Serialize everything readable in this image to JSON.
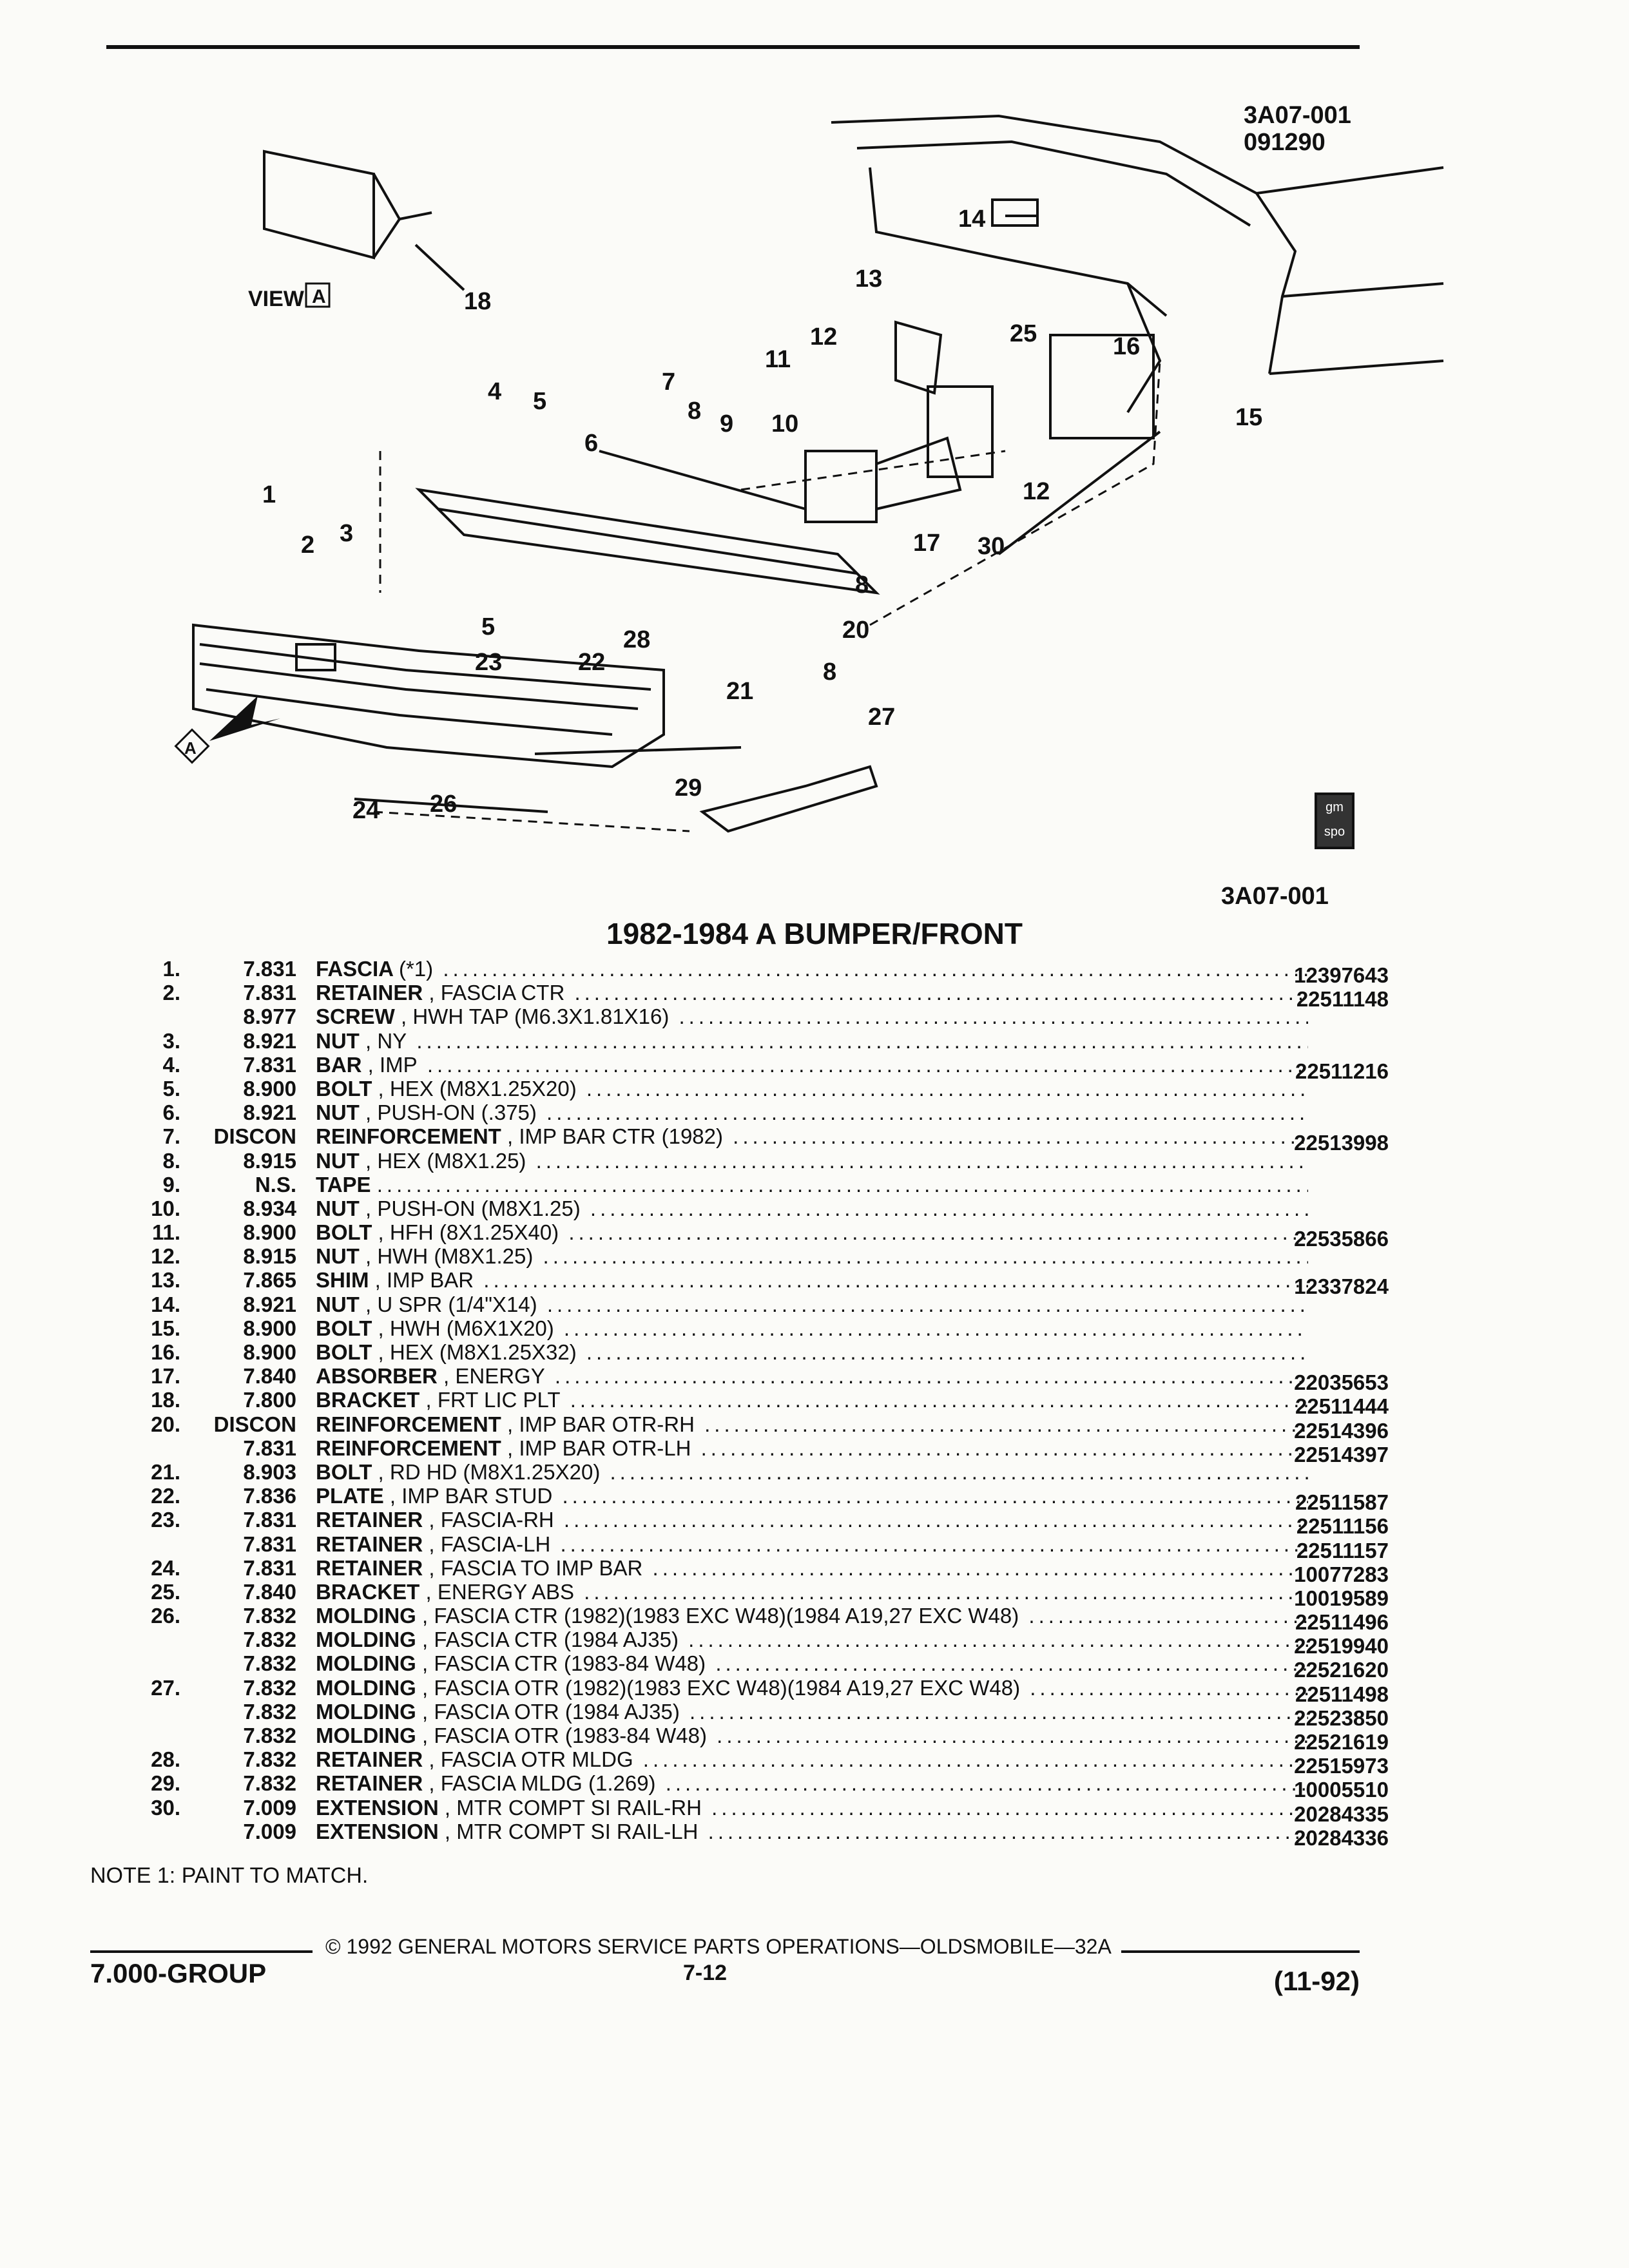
{
  "header": {
    "ref_code": "3A07-001",
    "ref_date": "091290",
    "ref_code_bottom": "3A07-001"
  },
  "diagram": {
    "view_label": "VIEW",
    "view_letter": "A",
    "arrow_letter": "A",
    "logo": "gm spo",
    "callouts": [
      "1",
      "2",
      "3",
      "4",
      "5",
      "5",
      "6",
      "7",
      "8",
      "8",
      "8",
      "9",
      "10",
      "11",
      "12",
      "12",
      "13",
      "14",
      "15",
      "16",
      "17",
      "18",
      "20",
      "21",
      "22",
      "23",
      "24",
      "25",
      "26",
      "27",
      "28",
      "29",
      "30"
    ]
  },
  "title": "1982-1984 A BUMPER/FRONT",
  "parts": [
    {
      "no": "1.",
      "grp": "7.831",
      "name": "FASCIA",
      "detail": "(*1)",
      "pn": "12397643"
    },
    {
      "no": "2.",
      "grp": "7.831",
      "name": "RETAINER",
      "detail": ", FASCIA CTR",
      "pn": "22511148"
    },
    {
      "no": "",
      "grp": "8.977",
      "name": "SCREW",
      "detail": ", HWH TAP (M6.3X1.81X16)",
      "pn": ""
    },
    {
      "no": "3.",
      "grp": "8.921",
      "name": "NUT",
      "detail": ", NY",
      "pn": ""
    },
    {
      "no": "4.",
      "grp": "7.831",
      "name": "BAR",
      "detail": ", IMP",
      "pn": "22511216"
    },
    {
      "no": "5.",
      "grp": "8.900",
      "name": "BOLT",
      "detail": ", HEX (M8X1.25X20)",
      "pn": ""
    },
    {
      "no": "6.",
      "grp": "8.921",
      "name": "NUT",
      "detail": ", PUSH-ON (.375)",
      "pn": ""
    },
    {
      "no": "7.",
      "grp": "DISCON",
      "name": "REINFORCEMENT",
      "detail": ", IMP BAR CTR (1982)",
      "pn": "22513998"
    },
    {
      "no": "8.",
      "grp": "8.915",
      "name": "NUT",
      "detail": ", HEX (M8X1.25)",
      "pn": ""
    },
    {
      "no": "9.",
      "grp": "N.S.",
      "name": "TAPE",
      "detail": "",
      "pn": ""
    },
    {
      "no": "10.",
      "grp": "8.934",
      "name": "NUT",
      "detail": ", PUSH-ON (M8X1.25)",
      "pn": ""
    },
    {
      "no": "11.",
      "grp": "8.900",
      "name": "BOLT",
      "detail": ", HFH (8X1.25X40)",
      "pn": "22535866"
    },
    {
      "no": "12.",
      "grp": "8.915",
      "name": "NUT",
      "detail": ", HWH (M8X1.25)",
      "pn": ""
    },
    {
      "no": "13.",
      "grp": "7.865",
      "name": "SHIM",
      "detail": ", IMP BAR",
      "pn": "12337824"
    },
    {
      "no": "14.",
      "grp": "8.921",
      "name": "NUT",
      "detail": ", U SPR (1/4\"X14)",
      "pn": ""
    },
    {
      "no": "15.",
      "grp": "8.900",
      "name": "BOLT",
      "detail": ", HWH (M6X1X20)",
      "pn": ""
    },
    {
      "no": "16.",
      "grp": "8.900",
      "name": "BOLT",
      "detail": ", HEX (M8X1.25X32)",
      "pn": ""
    },
    {
      "no": "17.",
      "grp": "7.840",
      "name": "ABSORBER",
      "detail": ", ENERGY",
      "pn": "22035653"
    },
    {
      "no": "18.",
      "grp": "7.800",
      "name": "BRACKET",
      "detail": ", FRT LIC PLT",
      "pn": "22511444"
    },
    {
      "no": "20.",
      "grp": "DISCON",
      "name": "REINFORCEMENT",
      "detail": ", IMP BAR OTR-RH",
      "pn": "22514396"
    },
    {
      "no": "",
      "grp": "7.831",
      "name": "REINFORCEMENT",
      "detail": ", IMP BAR OTR-LH",
      "pn": "22514397"
    },
    {
      "no": "21.",
      "grp": "8.903",
      "name": "BOLT",
      "detail": ", RD HD (M8X1.25X20)",
      "pn": ""
    },
    {
      "no": "22.",
      "grp": "7.836",
      "name": "PLATE",
      "detail": ", IMP BAR STUD",
      "pn": "22511587"
    },
    {
      "no": "23.",
      "grp": "7.831",
      "name": "RETAINER",
      "detail": ", FASCIA-RH",
      "pn": "22511156"
    },
    {
      "no": "",
      "grp": "7.831",
      "name": "RETAINER",
      "detail": ", FASCIA-LH",
      "pn": "22511157"
    },
    {
      "no": "24.",
      "grp": "7.831",
      "name": "RETAINER",
      "detail": ", FASCIA TO IMP BAR",
      "pn": "10077283"
    },
    {
      "no": "25.",
      "grp": "7.840",
      "name": "BRACKET",
      "detail": ", ENERGY ABS",
      "pn": "10019589"
    },
    {
      "no": "26.",
      "grp": "7.832",
      "name": "MOLDING",
      "detail": ", FASCIA CTR (1982)(1983 EXC W48)(1984 A19,27 EXC W48)",
      "pn": "22511496"
    },
    {
      "no": "",
      "grp": "7.832",
      "name": "MOLDING",
      "detail": ", FASCIA CTR (1984 AJ35)",
      "pn": "22519940"
    },
    {
      "no": "",
      "grp": "7.832",
      "name": "MOLDING",
      "detail": ", FASCIA CTR (1983-84 W48)",
      "pn": "22521620"
    },
    {
      "no": "27.",
      "grp": "7.832",
      "name": "MOLDING",
      "detail": ", FASCIA OTR (1982)(1983 EXC W48)(1984 A19,27 EXC W48)",
      "pn": "22511498"
    },
    {
      "no": "",
      "grp": "7.832",
      "name": "MOLDING",
      "detail": ", FASCIA OTR (1984 AJ35)",
      "pn": "22523850"
    },
    {
      "no": "",
      "grp": "7.832",
      "name": "MOLDING",
      "detail": ", FASCIA OTR (1983-84 W48)",
      "pn": "22521619"
    },
    {
      "no": "28.",
      "grp": "7.832",
      "name": "RETAINER",
      "detail": ", FASCIA OTR MLDG",
      "pn": "22515973"
    },
    {
      "no": "29.",
      "grp": "7.832",
      "name": "RETAINER",
      "detail": ", FASCIA MLDG (1.269)",
      "pn": "10005510"
    },
    {
      "no": "30.",
      "grp": "7.009",
      "name": "EXTENSION",
      "detail": ", MTR COMPT SI RAIL-RH",
      "pn": "20284335"
    },
    {
      "no": "",
      "grp": "7.009",
      "name": "EXTENSION",
      "detail": ", MTR COMPT SI RAIL-LH",
      "pn": "20284336"
    }
  ],
  "note": "NOTE  1:  PAINT TO MATCH.",
  "footer": {
    "copyright": "©  1992  GENERAL MOTORS SERVICE PARTS OPERATIONS—OLDSMOBILE—32A",
    "group": "7.000-GROUP",
    "page": "7-12",
    "date": "(11-92)"
  }
}
